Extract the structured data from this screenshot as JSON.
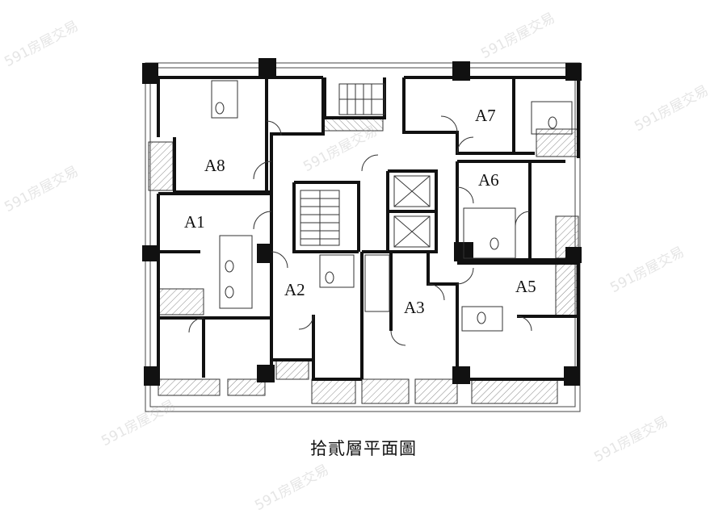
{
  "caption": "拾貳層平面圖",
  "units": [
    "A1",
    "A2",
    "A3",
    "A5",
    "A6",
    "A7",
    "A8"
  ],
  "watermark": "591房屋交易",
  "colors": {
    "wall": "#111111",
    "hatch": "#777777",
    "line": "#333333"
  }
}
